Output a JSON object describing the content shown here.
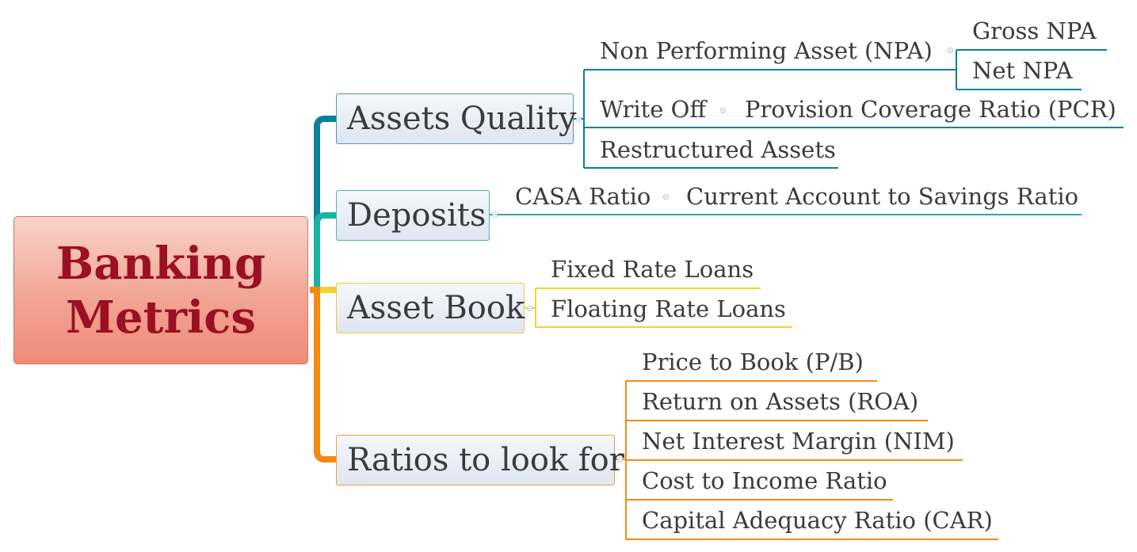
{
  "root": {
    "line1": "Banking",
    "line2": "Metrics"
  },
  "colors": {
    "assets_quality": "#0e7f97",
    "deposits": "#1ab3a1",
    "asset_book": "#f2d22e",
    "ratios": "#f58a12",
    "root_text": "#9b1022"
  },
  "branches": {
    "assets_quality": {
      "label": "Assets Quality",
      "npa": {
        "label": "Non Performing Asset (NPA)",
        "children": [
          "Gross NPA",
          "Net NPA"
        ]
      },
      "write_off": {
        "label": "Write Off",
        "child": "Provision Coverage Ratio (PCR)"
      },
      "restructured": "Restructured Assets"
    },
    "deposits": {
      "label": "Deposits",
      "casa": {
        "label": "CASA Ratio",
        "child": "Current Account to Savings Ratio"
      }
    },
    "asset_book": {
      "label": "Asset Book",
      "children": [
        "Fixed Rate Loans",
        "Floating Rate Loans"
      ]
    },
    "ratios": {
      "label": "Ratios to look for",
      "children": [
        "Price to Book (P/B)",
        "Return on Assets (ROA)",
        "Net Interest Margin (NIM)",
        "Cost to Income Ratio",
        "Capital Adequacy Ratio (CAR)"
      ]
    }
  }
}
